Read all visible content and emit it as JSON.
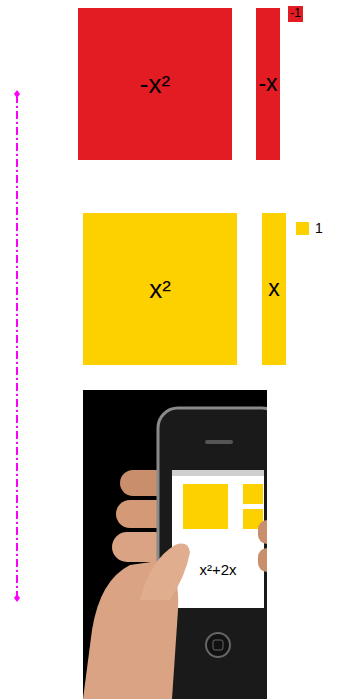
{
  "diagram": {
    "nodes": [
      {
        "text": [
          "-x²"
        ]
      },
      {
        "text": [
          "-x"
        ]
      },
      {
        "text": [
          "-1"
        ]
      },
      {
        "text": [
          "x²"
        ]
      },
      {
        "text": [
          "x"
        ]
      },
      {
        "text": [
          "1"
        ]
      },
      {
        "text": [
          "x²+2x"
        ]
      }
    ]
  }
}
